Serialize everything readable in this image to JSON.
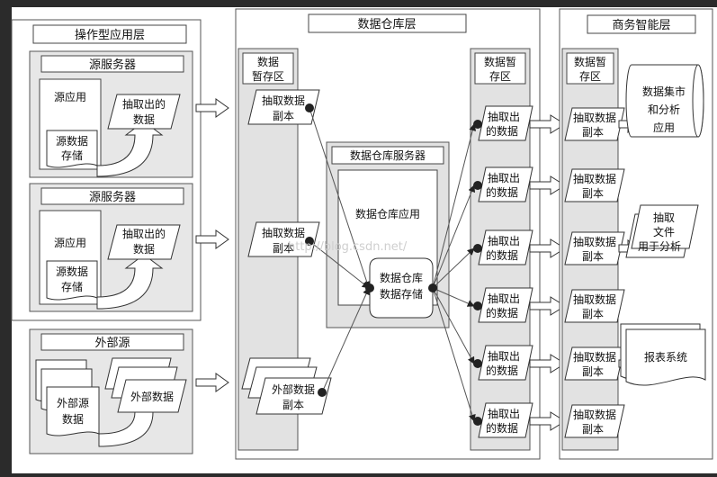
{
  "layers": {
    "operational": "操作型应用层",
    "warehouse": "数据仓库层",
    "bi": "商务智能层"
  },
  "source_server_title": "源服务器",
  "source_app": "源应用",
  "source_storage": [
    "源数据",
    "存储"
  ],
  "extracted_data": [
    "抽取出的",
    "数据"
  ],
  "external_source_title": "外部源",
  "external_source_data": [
    "外部源",
    "数据"
  ],
  "external_data": "外部数据",
  "staging_area_1": [
    "数据",
    "暂存区"
  ],
  "staging_copy": [
    "抽取数据",
    "副本"
  ],
  "external_copy": [
    "外部数据",
    "副本"
  ],
  "dw_server_title": "数据仓库服务器",
  "dw_application": "数据仓库应用",
  "dw_storage": [
    "数据仓库",
    "数据存储"
  ],
  "staging_area_2": [
    "数据暂",
    "存区"
  ],
  "extracted_data_2": [
    "抽取出",
    "的数据"
  ],
  "staging_area_3": [
    "数据暂",
    "存区"
  ],
  "bi_copy": [
    "抽取数据",
    "副本"
  ],
  "data_mart": [
    "数据集市",
    "和分析",
    "应用"
  ],
  "extract_file": [
    "抽取",
    "文件",
    "用于分析"
  ],
  "report_system": "报表系统",
  "watermark": "http://blog.csdn.net/"
}
